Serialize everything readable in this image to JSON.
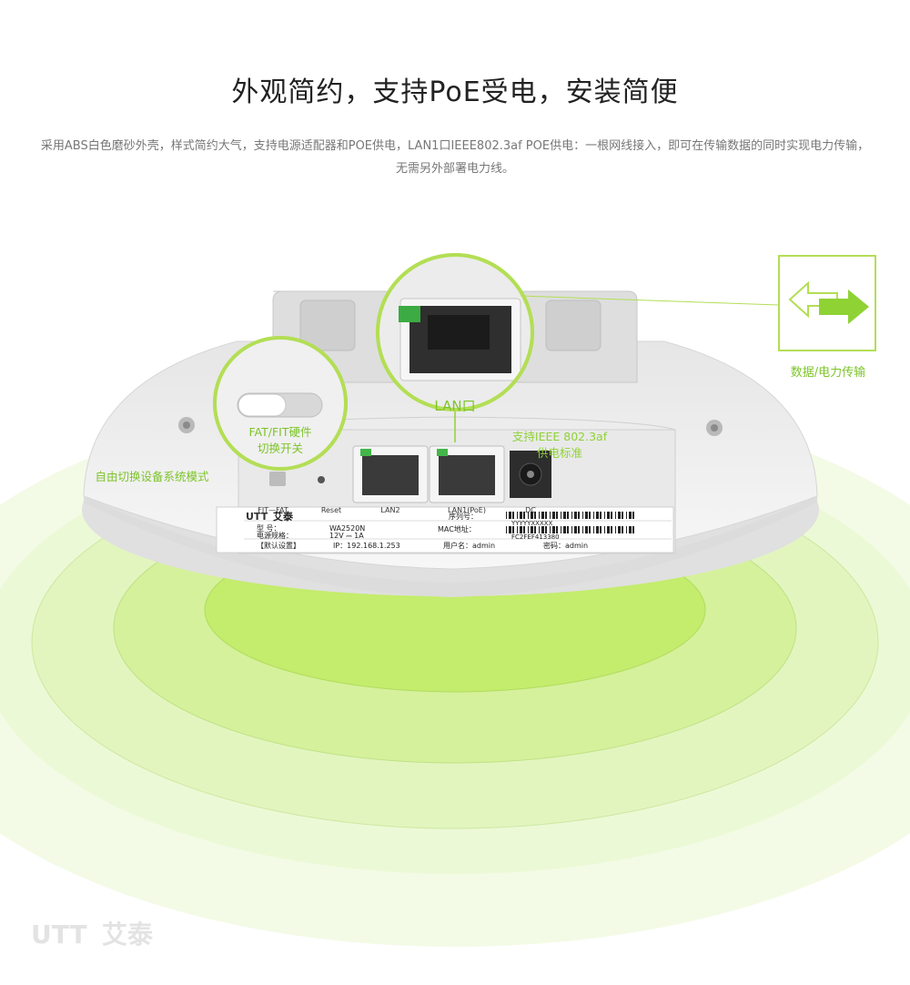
{
  "page": {
    "title": "外观简约，支持PoE受电，安装简便",
    "description": "采用ABS白色磨砂外壳，样式简约大气，支持电源适配器和POE供电，LAN1口IEEE802.3af POE供电：一根网线接入，即可在传输数据的同时实现电力传输，无需另外部署电力线。"
  },
  "callouts": {
    "lan_port": "LAN口",
    "switch_line1": "FAT/FIT硬件",
    "switch_line2": "切换开关",
    "switch_side": "自由切换设备系统模式",
    "poe_line1": "支持IEEE 802.3af",
    "poe_line2": "供电标准",
    "arrow_caption": "数据/电力传输"
  },
  "ports": {
    "fit_fat": "FIT—FAT",
    "reset": "Reset",
    "lan2": "LAN2",
    "lan1": "LAN1(PoE)",
    "dc": "DC"
  },
  "device_label": {
    "brand": "艾泰",
    "model_key": "型    号：",
    "model_value": "WA2520N",
    "power_key": "电源规格：",
    "power_value": "12V ⎓ 1A",
    "serial_key": "序列号：",
    "serial_value": "YYYYYXXXXX",
    "mac_key": "MAC地址：",
    "mac_value": "FC2FEF413380",
    "default_key": "【默认设置】",
    "ip": "IP：192.168.1.253",
    "user": "用户名：admin",
    "password": "密码：admin"
  },
  "brand_watermark": {
    "text": "艾泰"
  },
  "colors": {
    "accent_green": "#8fd234",
    "ring_light": "#f3fbe4",
    "device_white": "#f2f2f2"
  }
}
